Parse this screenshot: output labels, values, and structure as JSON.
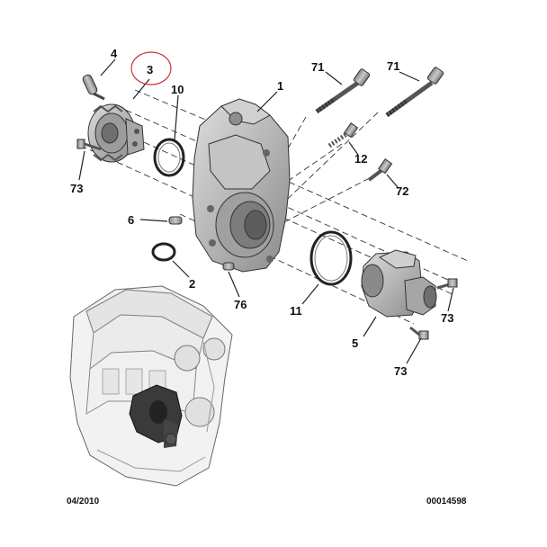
{
  "callouts": {
    "p4": "4",
    "p3": "3",
    "p10": "10",
    "p1": "1",
    "p71a": "71",
    "p71b": "71",
    "p12": "12",
    "p73a": "73",
    "p72": "72",
    "p6": "6",
    "p2": "2",
    "p76": "76",
    "p11": "11",
    "p73b": "73",
    "p5": "5",
    "p73c": "73"
  },
  "footer": {
    "date": "04/2010",
    "reference": "00014598"
  },
  "colors": {
    "part_fill": "#b9b9b9",
    "part_dark": "#7d7d7d",
    "part_light": "#d9d9d9",
    "engine_fill": "#eeeeee",
    "highlight_circle": "#cc3333"
  }
}
